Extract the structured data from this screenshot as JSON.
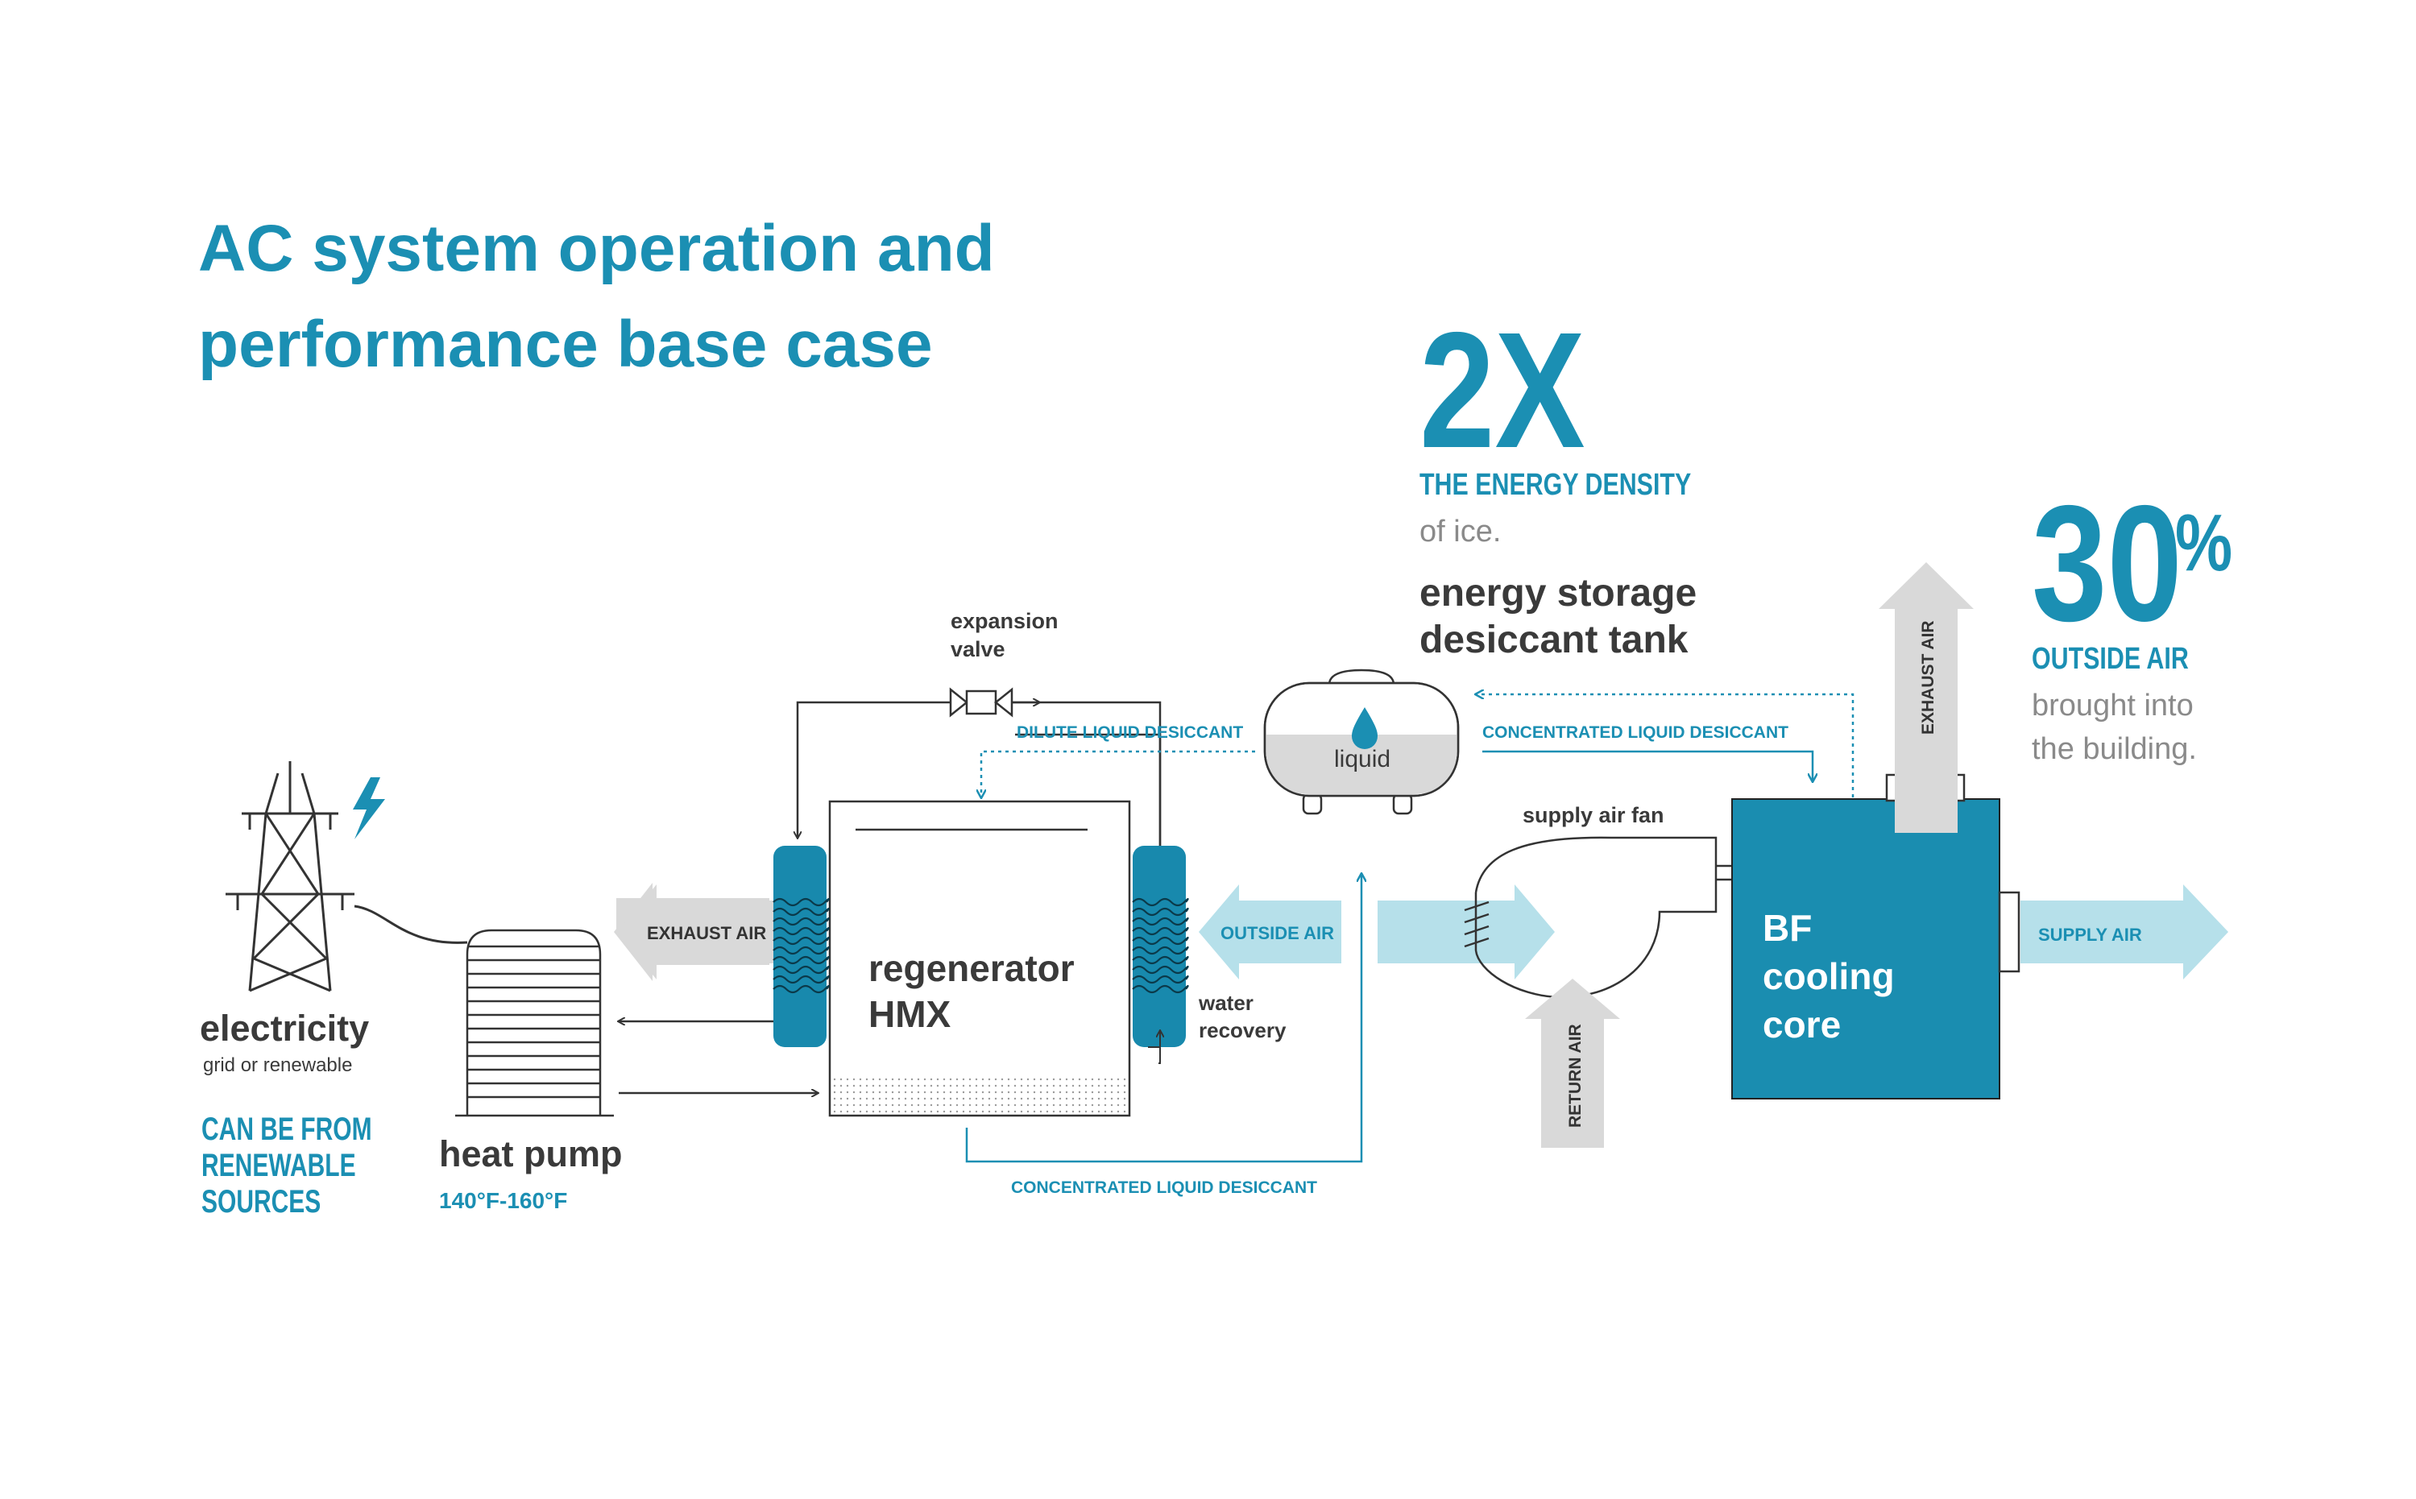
{
  "title": {
    "line1": "AC system operation and",
    "line2": "performance base case"
  },
  "stat_energy": {
    "value": "2X",
    "label": "THE ENERGY DENSITY",
    "sub": "of ice."
  },
  "stat_air": {
    "value": "30",
    "unit": "%",
    "label": "OUTSIDE AIR",
    "sub1": "brought into",
    "sub2": "the building."
  },
  "tank": {
    "title1": "energy storage",
    "title2": "desiccant tank",
    "liquid_label": "liquid"
  },
  "electricity": {
    "title": "electricity",
    "sub": "grid or renewable",
    "note1": "CAN BE FROM",
    "note2": "RENEWABLE",
    "note3": "SOURCES"
  },
  "heat_pump": {
    "title": "heat pump",
    "temp": "140°F-160°F"
  },
  "regenerator": {
    "line1": "regenerator",
    "line2": "HMX"
  },
  "expansion_valve": {
    "line1": "expansion",
    "line2": "valve"
  },
  "water_recovery": {
    "line1": "water",
    "line2": "recovery"
  },
  "fan": {
    "label": "supply air fan"
  },
  "core": {
    "line1": "BF",
    "line2": "cooling",
    "line3": "core"
  },
  "flows": {
    "exhaust_air_left": "EXHAUST AIR",
    "outside_air": "OUTSIDE AIR",
    "dilute": "DILUTE LIQUID DESICCANT",
    "concentrated_top": "CONCENTRATED LIQUID DESICCANT",
    "concentrated_bottom": "CONCENTRATED LIQUID DESICCANT",
    "return_air": "RETURN AIR",
    "exhaust_air_top": "EXHAUST AIR",
    "supply_air": "SUPPLY AIR"
  },
  "colors": {
    "primary": "#1b8fb3",
    "core": "#1a8db0",
    "hx": "#1889ad",
    "dark_text": "#3a3a3a",
    "gray_text": "#8a8a8a",
    "gray_arrow": "#d9d9d9",
    "light_blue_arrow": "#b6e0ea"
  }
}
